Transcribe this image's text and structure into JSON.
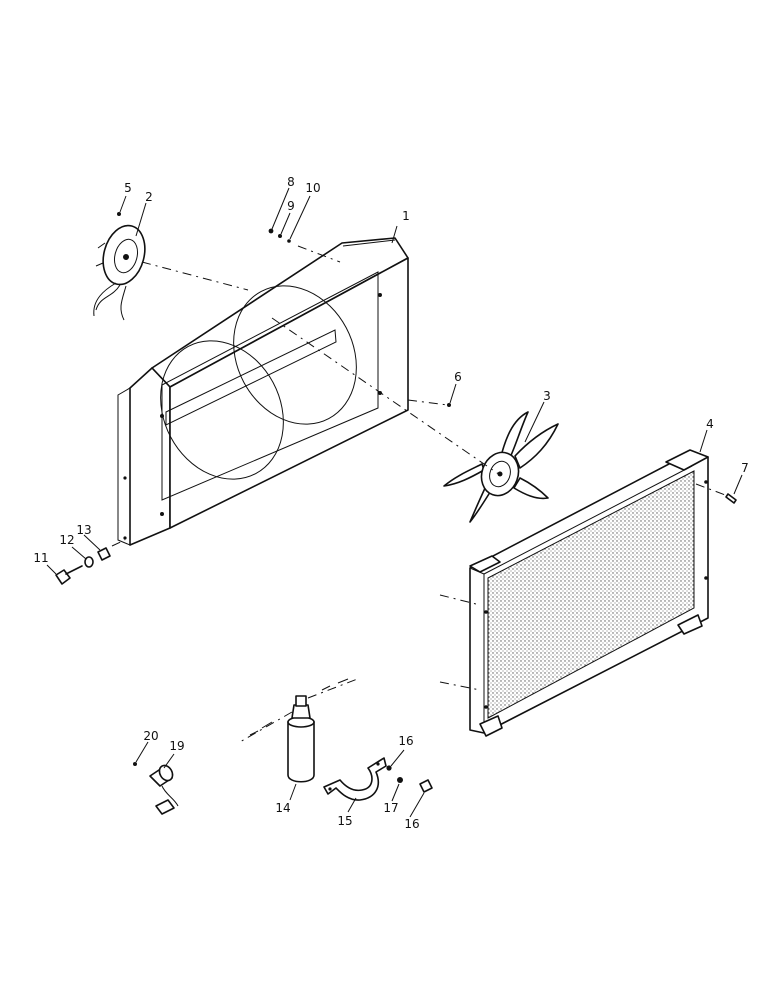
{
  "callouts": {
    "c1": "1",
    "c2": "2",
    "c3": "3",
    "c4": "4",
    "c5": "5",
    "c6": "6",
    "c7": "7",
    "c8": "8",
    "c9": "9",
    "c10": "10",
    "c11": "11",
    "c12": "12",
    "c13": "13",
    "c14": "14",
    "c15": "15",
    "c16a": "16",
    "c16b": "16",
    "c17": "17",
    "c19": "19",
    "c20": "20"
  }
}
